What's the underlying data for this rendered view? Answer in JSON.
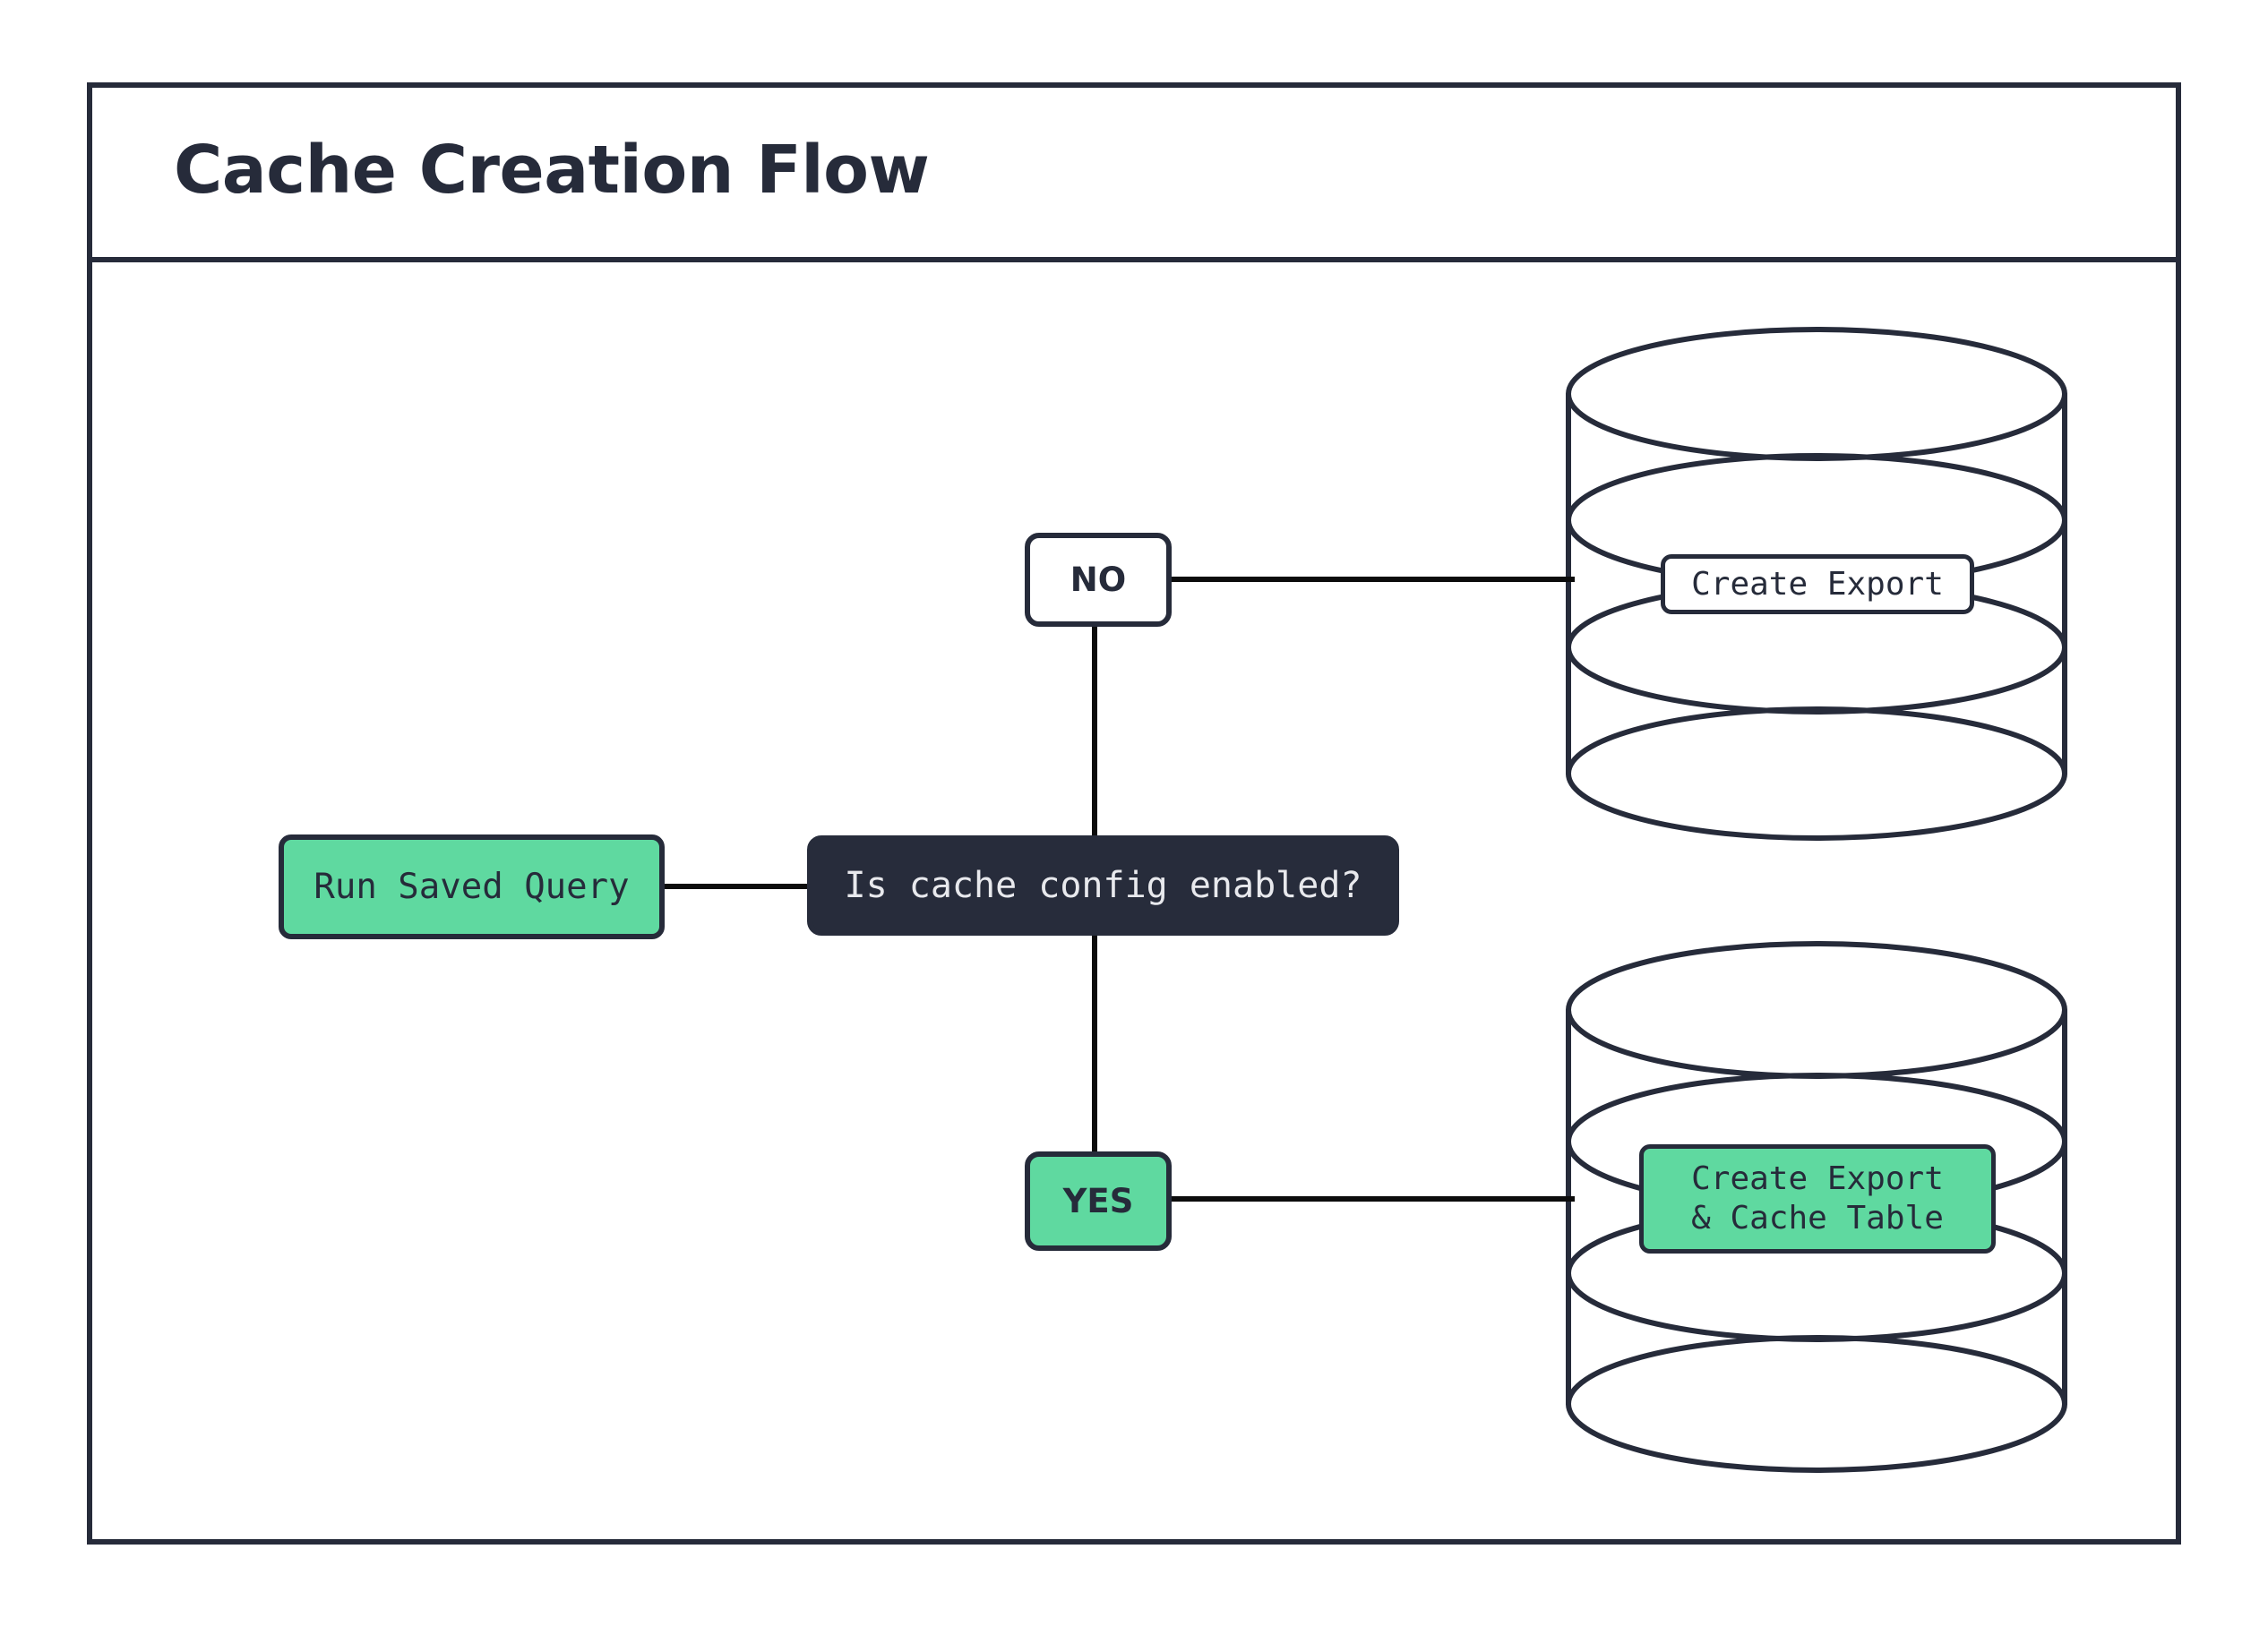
{
  "diagram": {
    "title": "Cache Creation Flow",
    "type": "flowchart",
    "colors": {
      "accent_green": "#5fd9a0",
      "dark_navy": "#262b3a",
      "decision_fill": "#272c3b",
      "decision_text": "#e8e9ed",
      "canvas": "#ffffff",
      "edge": "#0c0c0c"
    },
    "nodes": [
      {
        "id": "run-saved-query",
        "label": "Run Saved Query",
        "shape": "rounded-rect",
        "fill": "green"
      },
      {
        "id": "decision",
        "label": "Is cache config enabled?",
        "shape": "rounded-rect",
        "fill": "dark"
      },
      {
        "id": "label-no",
        "label": "NO",
        "shape": "rounded-rect",
        "fill": "white"
      },
      {
        "id": "label-yes",
        "label": "YES",
        "shape": "rounded-rect",
        "fill": "green"
      },
      {
        "id": "cylinder-top",
        "label": "Create Export",
        "shape": "database-cylinder",
        "fill": "white",
        "disks": 4
      },
      {
        "id": "cylinder-bottom",
        "label": "Create Export\n& Cache Table",
        "label_line1": "Create Export",
        "label_line2": "& Cache Table",
        "shape": "database-cylinder",
        "fill": "green",
        "disks": 4
      }
    ],
    "edges": [
      {
        "from": "run-saved-query",
        "to": "decision",
        "label": ""
      },
      {
        "from": "decision",
        "to": "label-no",
        "label": ""
      },
      {
        "from": "label-no",
        "to": "cylinder-top",
        "label": ""
      },
      {
        "from": "decision",
        "to": "label-yes",
        "label": ""
      },
      {
        "from": "label-yes",
        "to": "cylinder-bottom",
        "label": ""
      }
    ]
  }
}
